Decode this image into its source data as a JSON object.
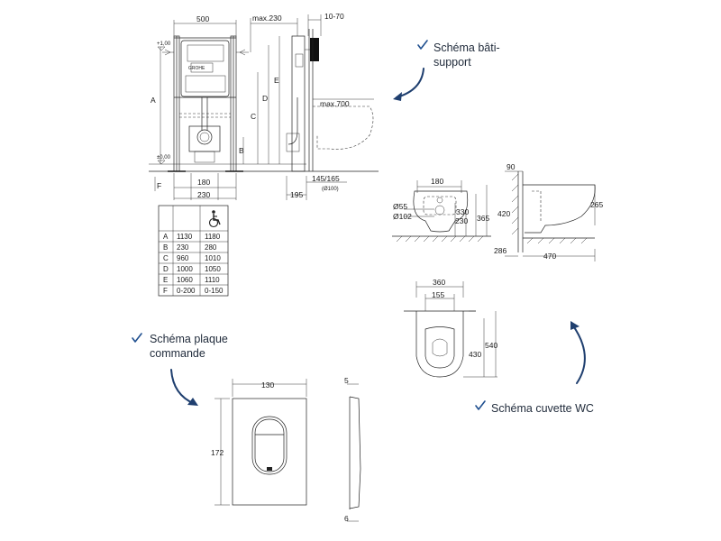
{
  "labels": {
    "frame_line1": "Schéma bâti-",
    "frame_line2": "support",
    "plate_line1": "Schéma plaque",
    "plate_line2": "commande",
    "bowl": "Schéma cuvette WC"
  },
  "frame_dims": {
    "width": "500",
    "max230": "max.230",
    "range_10_70": "10-70",
    "max700": "max.700",
    "w180": "180",
    "w230": "230",
    "w195": "195",
    "pipe": "145/165",
    "pipe_sub": "(Ø100)",
    "plus100": "+1,00",
    "zero": "±0,00",
    "A": "A",
    "B": "B",
    "C": "C",
    "D": "D",
    "E": "E",
    "F": "F"
  },
  "table": {
    "wheelchair_icon": "wheelchair-icon",
    "rows": [
      {
        "key": "A",
        "v1": "1130",
        "v2": "1180"
      },
      {
        "key": "B",
        "v1": "230",
        "v2": "280"
      },
      {
        "key": "C",
        "v1": "960",
        "v2": "1010"
      },
      {
        "key": "D",
        "v1": "1000",
        "v2": "1050"
      },
      {
        "key": "E",
        "v1": "1060",
        "v2": "1110"
      },
      {
        "key": "F",
        "v1": "0-200",
        "v2": "0-150"
      }
    ]
  },
  "bowl_front_dims": {
    "d180": "180",
    "d55": "Ø55",
    "d102": "Ø102",
    "d330": "330",
    "d230": "230",
    "d365": "365",
    "d420": "420"
  },
  "bowl_side_dims": {
    "d90": "90",
    "d265": "265",
    "d286": "286",
    "d470": "470"
  },
  "bowl_top_dims": {
    "d360": "360",
    "d155": "155",
    "d540": "540",
    "d430": "430"
  },
  "plate_dims": {
    "d130": "130",
    "d172": "172",
    "d5": "5",
    "d6": "6"
  },
  "colors": {
    "accent": "#1f4f8f",
    "line": "#222222"
  }
}
